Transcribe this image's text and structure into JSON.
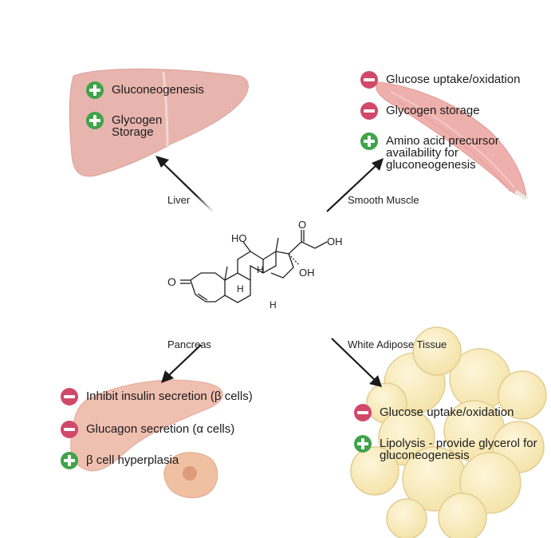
{
  "molecule": {
    "name": "cortisol",
    "atom_labels": [
      "HO",
      "O",
      "OH",
      "O",
      "OH",
      "H",
      "H",
      "H"
    ]
  },
  "organs": [
    {
      "id": "liver",
      "label": "Liver",
      "effects": [
        {
          "sign": "plus",
          "text": "Gluconeogenesis"
        },
        {
          "sign": "plus",
          "text": "Glycogen Storage"
        }
      ]
    },
    {
      "id": "smooth-muscle",
      "label": "Smooth Muscle",
      "effects": [
        {
          "sign": "minus",
          "text": "Glucose uptake/oxidation"
        },
        {
          "sign": "minus",
          "text": "Glycogen storage"
        },
        {
          "sign": "plus",
          "text": "Amino acid precursor availability for gluconeogenesis"
        }
      ]
    },
    {
      "id": "pancreas",
      "label": "Pancreas",
      "effects": [
        {
          "sign": "minus",
          "text": "Inhibit insulin secretion (β cells)"
        },
        {
          "sign": "minus",
          "text": "Glucagon secretion (α cells)"
        },
        {
          "sign": "plus",
          "text": "β cell hyperplasia"
        }
      ]
    },
    {
      "id": "white-adipose-tissue",
      "label": "White Adipose Tissue",
      "effects": [
        {
          "sign": "minus",
          "text": "Glucose uptake/oxidation"
        },
        {
          "sign": "plus",
          "text": "Lipolysis - provide glycerol for gluconeogenesis"
        }
      ]
    }
  ],
  "colors": {
    "plus": "#3fa34a",
    "minus": "#d1496a",
    "liver": "#e8b4ae",
    "muscle": "#eeb0ac",
    "pancreas": "#efbfb0",
    "adipose": "#fbefc6",
    "arrow": "#1a1a1a"
  }
}
